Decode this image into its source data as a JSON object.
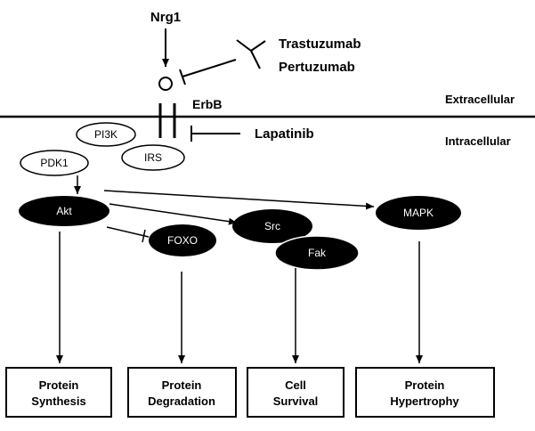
{
  "ligand": "Nrg1",
  "drugs": {
    "antibody_1": "Trastuzumab",
    "antibody_2": "Pertuzumab",
    "kinase_inhibitor": "Lapatinib"
  },
  "receptor": "ErbB",
  "regions": {
    "extracellular": "Extracellular",
    "intracellular": "Intracellular"
  },
  "adaptors": {
    "pi3k": "PI3K",
    "irs": "IRS",
    "pdk1": "PDK1"
  },
  "signaling_nodes": {
    "akt": "Akt",
    "foxo": "FOXO",
    "src": "Src",
    "fak": "Fak",
    "mapk": "MAPK"
  },
  "outcomes": {
    "protein_synthesis": {
      "line1": "Protein",
      "line2": "Synthesis"
    },
    "protein_degradation": {
      "line1": "Protein",
      "line2": "Degradation"
    },
    "cell_survival": {
      "line1": "Cell",
      "line2": "Survival"
    },
    "protein_hypertrophy": {
      "line1": "Protein",
      "line2": "Hypertrophy"
    }
  }
}
